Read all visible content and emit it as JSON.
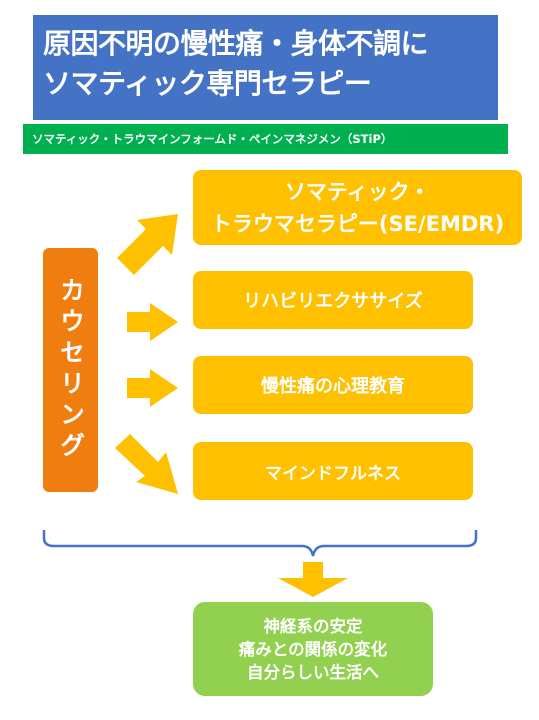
{
  "title": {
    "line1": "原因不明の慢性痛・身体不調に",
    "line2": "ソマティック専門セラピー"
  },
  "subtitle": "ソマティック・トラウマインフォームド・ペインマネジメン（STiP）",
  "left_box": "カウセリング",
  "therapies": {
    "somatic_line1": "ソマティック・",
    "somatic_line2": "トラウマセラピー(SE/EMDR)",
    "rehab": "リハビリエクササイズ",
    "education": "慢性痛の心理教育",
    "mindfulness": "マインドフルネス"
  },
  "outcome": {
    "line1": "神経系の安定",
    "line2": "痛みとの関係の変化",
    "line3": "自分らしい生活へ"
  },
  "colors": {
    "title_bg": "#4472c4",
    "subtitle_bg": "#00b050",
    "counseling_bg": "#f07d0f",
    "therapy_bg": "#ffc000",
    "outcome_bg": "#92d050",
    "bracket": "#4472c4"
  }
}
